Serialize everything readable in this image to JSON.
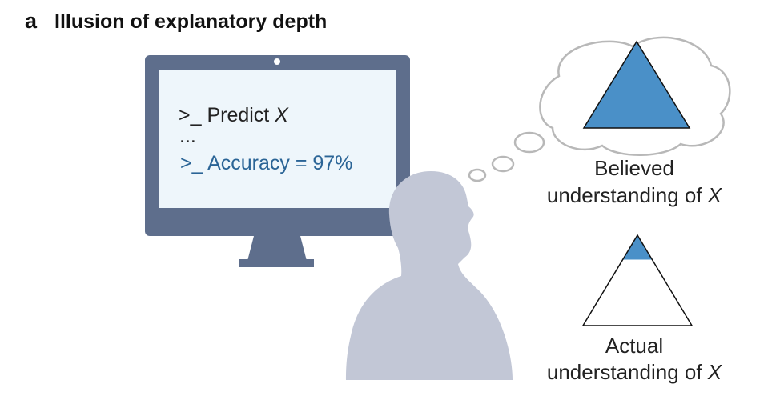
{
  "panel": {
    "letter": "a",
    "title": "Illusion of explanatory depth"
  },
  "screen": {
    "line1_prefix": ">_ Predict ",
    "line1_var": "X",
    "ellipsis": "...",
    "line2": ">_ Accuracy = 97%"
  },
  "believed": {
    "line1": "Believed",
    "line2_prefix": "understanding of ",
    "line2_var": "X",
    "fill_fraction": 1.0
  },
  "actual": {
    "line1": "Actual",
    "line2_prefix": "understanding of ",
    "line2_var": "X",
    "fill_fraction": 0.27
  },
  "colors": {
    "monitor": "#5e6e8c",
    "screen_bg": "#eef6fb",
    "screen_text_dark": "#222222",
    "screen_text_accent": "#2a6496",
    "person": "#c2c7d6",
    "triangle_fill": "#4a90c8",
    "bubble_stroke": "#b8b8b8"
  }
}
